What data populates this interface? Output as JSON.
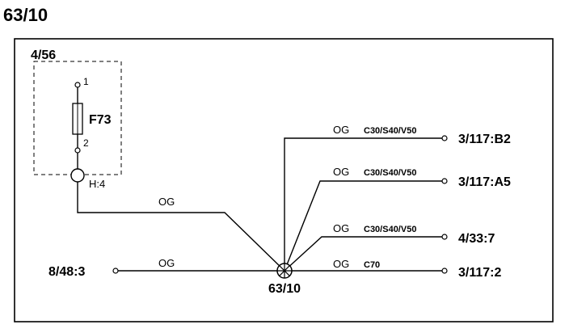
{
  "title": "63/10",
  "component": {
    "id": "4/56",
    "fuse": "F73",
    "pin_top": "1",
    "pin_bottom": "2",
    "connector": "H:4"
  },
  "splice": {
    "id": "63/10"
  },
  "wires": [
    {
      "color": "OG",
      "variant": "",
      "from": "H:4",
      "to": "63/10"
    },
    {
      "color": "OG",
      "variant": "",
      "from": "8/48:3",
      "to": "63/10"
    },
    {
      "color": "OG",
      "variant": "C30/S40/V50",
      "from": "63/10",
      "to": "3/117:B2"
    },
    {
      "color": "OG",
      "variant": "C30/S40/V50",
      "from": "63/10",
      "to": "3/117:A5"
    },
    {
      "color": "OG",
      "variant": "C30/S40/V50",
      "from": "63/10",
      "to": "4/33:7"
    },
    {
      "color": "OG",
      "variant": "C70",
      "from": "63/10",
      "to": "3/117:2"
    }
  ]
}
